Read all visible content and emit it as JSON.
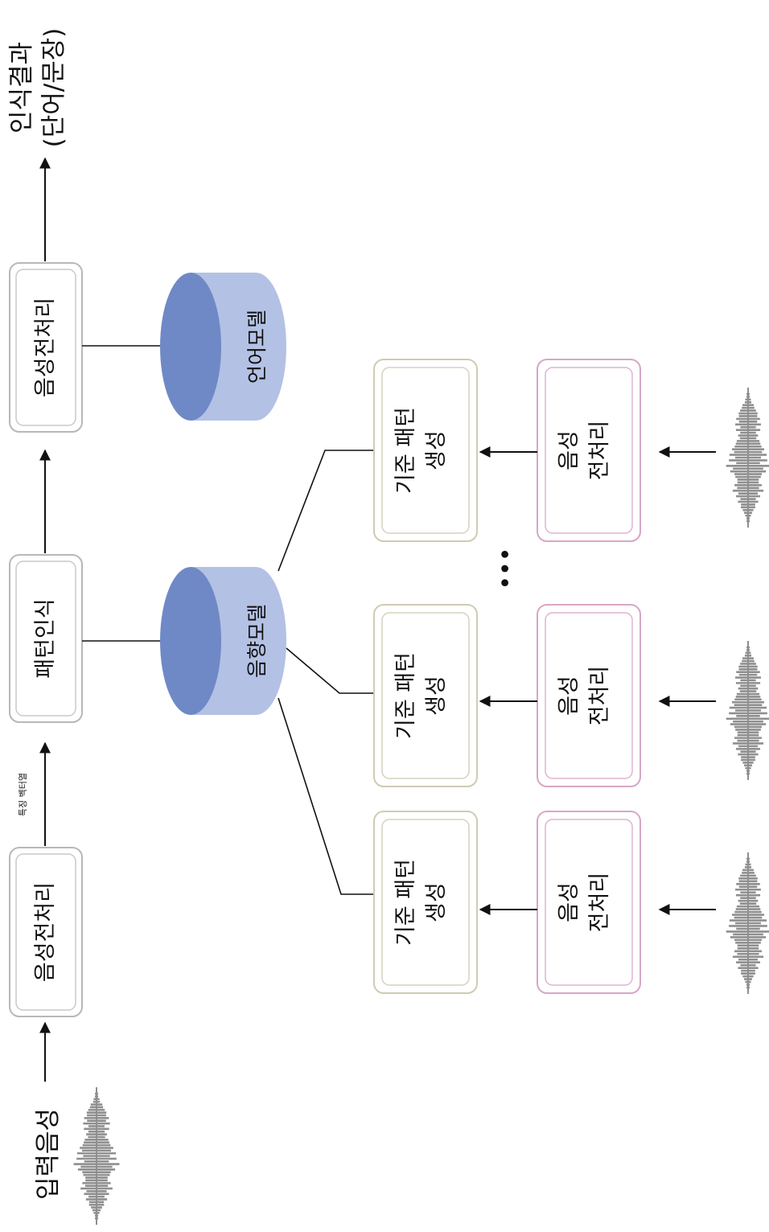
{
  "input_label": "입력음성",
  "output_label_line1": "인식결과",
  "output_label_line2": "(단어/문장)",
  "feature_vector_label": "특징 벡터열",
  "top_boxes": {
    "preprocess_1": "음성전처리",
    "pattern_recognition": "패턴인식",
    "preprocess_2": "음성전처리"
  },
  "models": {
    "acoustic": "음향모델",
    "language": "언어모델"
  },
  "reference_boxes": {
    "line1": "기준 패턴",
    "line2": "생성"
  },
  "preprocess_boxes": {
    "line1": "음성",
    "line2": "전처리"
  },
  "ellipsis": "•••",
  "colors": {
    "box_border": "#b8b8b8",
    "reference_border": "#cfcbb3",
    "preprocess_border": "#d9a6c8",
    "cylinder_body": "#b3c1e4",
    "cylinder_top": "#6f89c6",
    "waveform": "#8f8f8f"
  }
}
